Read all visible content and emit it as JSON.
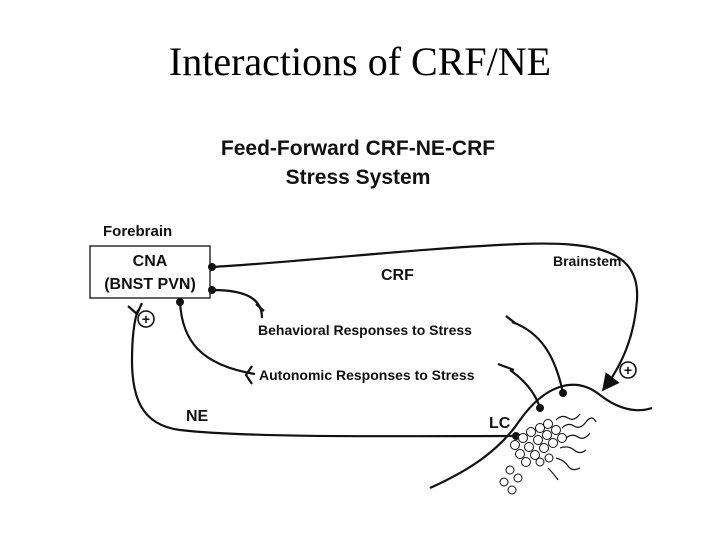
{
  "slide": {
    "title": "Interactions of CRF/NE"
  },
  "diagram": {
    "heading_line1": "Feed-Forward CRF-NE-CRF",
    "heading_line2": "Stress System",
    "forebrain_label": "Forebrain",
    "box_line1": "CNA",
    "box_line2": "(BNST PVN)",
    "crf_label": "CRF",
    "brainstem_label": "Brainstem",
    "behavioral_label": "Behavioral Responses to Stress",
    "autonomic_label": "Autonomic Responses to Stress",
    "ne_label": "NE",
    "lc_label": "LC",
    "plus_sign": "+"
  }
}
